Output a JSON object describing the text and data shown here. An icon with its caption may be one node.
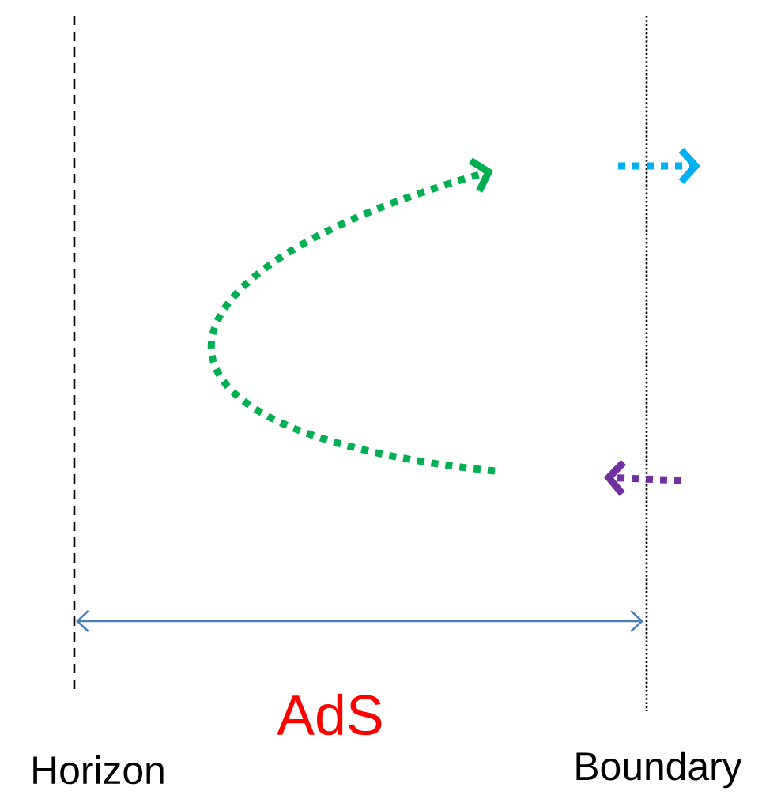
{
  "diagram": {
    "labels": [
      "AdS",
      "Horizon",
      "Boundary"
    ]
  }
}
